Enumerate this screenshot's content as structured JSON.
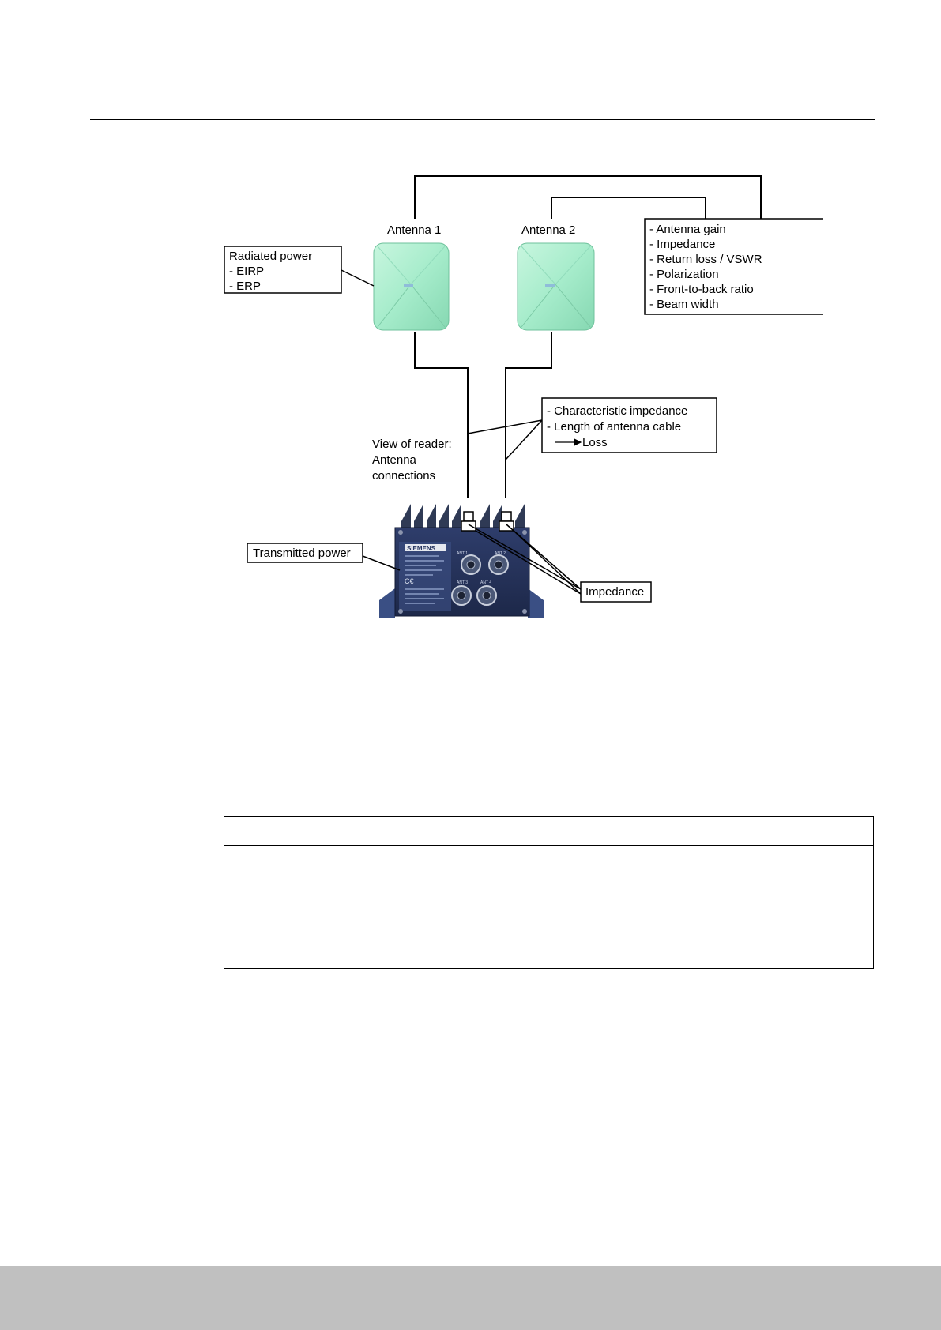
{
  "diagram": {
    "antenna1_label": "Antenna 1",
    "antenna2_label": "Antenna 2",
    "antenna_props": [
      "- Antenna gain",
      "- Impedance",
      "- Return loss / VSWR",
      "- Polarization",
      "- Front-to-back ratio",
      "- Beam width"
    ],
    "radiated": [
      "Radiated power",
      "- EIRP",
      "- ERP"
    ],
    "cable_props": [
      "- Characteristic impedance",
      "- Length of antenna cable",
      "Loss"
    ],
    "reader_view": [
      "View of reader:",
      "Antenna",
      "connections"
    ],
    "transmitted_power": "Transmitted power",
    "impedance": "Impedance",
    "reader_brand": "SIEMENS",
    "port_labels": [
      "ANT 1",
      "ANT 2",
      "ANT 3",
      "ANT 4"
    ],
    "colors": {
      "antenna_fill": "#a6eccb",
      "antenna_led": "#8fbcd9",
      "reader_body": "#25335e",
      "heatsink": "#2f3a55"
    }
  }
}
